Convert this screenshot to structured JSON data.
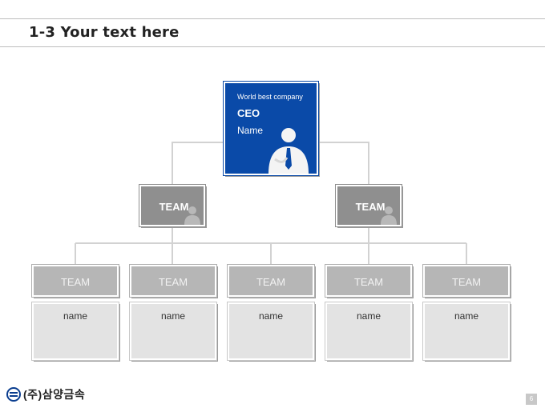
{
  "header": {
    "title": "1-3 Your text here"
  },
  "ceo": {
    "subtitle": "World best company",
    "role": "CEO",
    "name": "Name"
  },
  "teams_top": [
    {
      "label": "TEAM"
    },
    {
      "label": "TEAM"
    }
  ],
  "teams_bottom": [
    {
      "label": "TEAM",
      "name": "name"
    },
    {
      "label": "TEAM",
      "name": "name"
    },
    {
      "label": "TEAM",
      "name": "name"
    },
    {
      "label": "TEAM",
      "name": "name"
    },
    {
      "label": "TEAM",
      "name": "name"
    }
  ],
  "footer": {
    "logo_text": "(주)삼양금속",
    "page_number": "6"
  },
  "colors": {
    "ceo_blue": "#0a4aa8",
    "team_gray": "#8f8f8f",
    "sub_team_gray": "#b6b6b6",
    "name_gray": "#e3e3e3"
  }
}
